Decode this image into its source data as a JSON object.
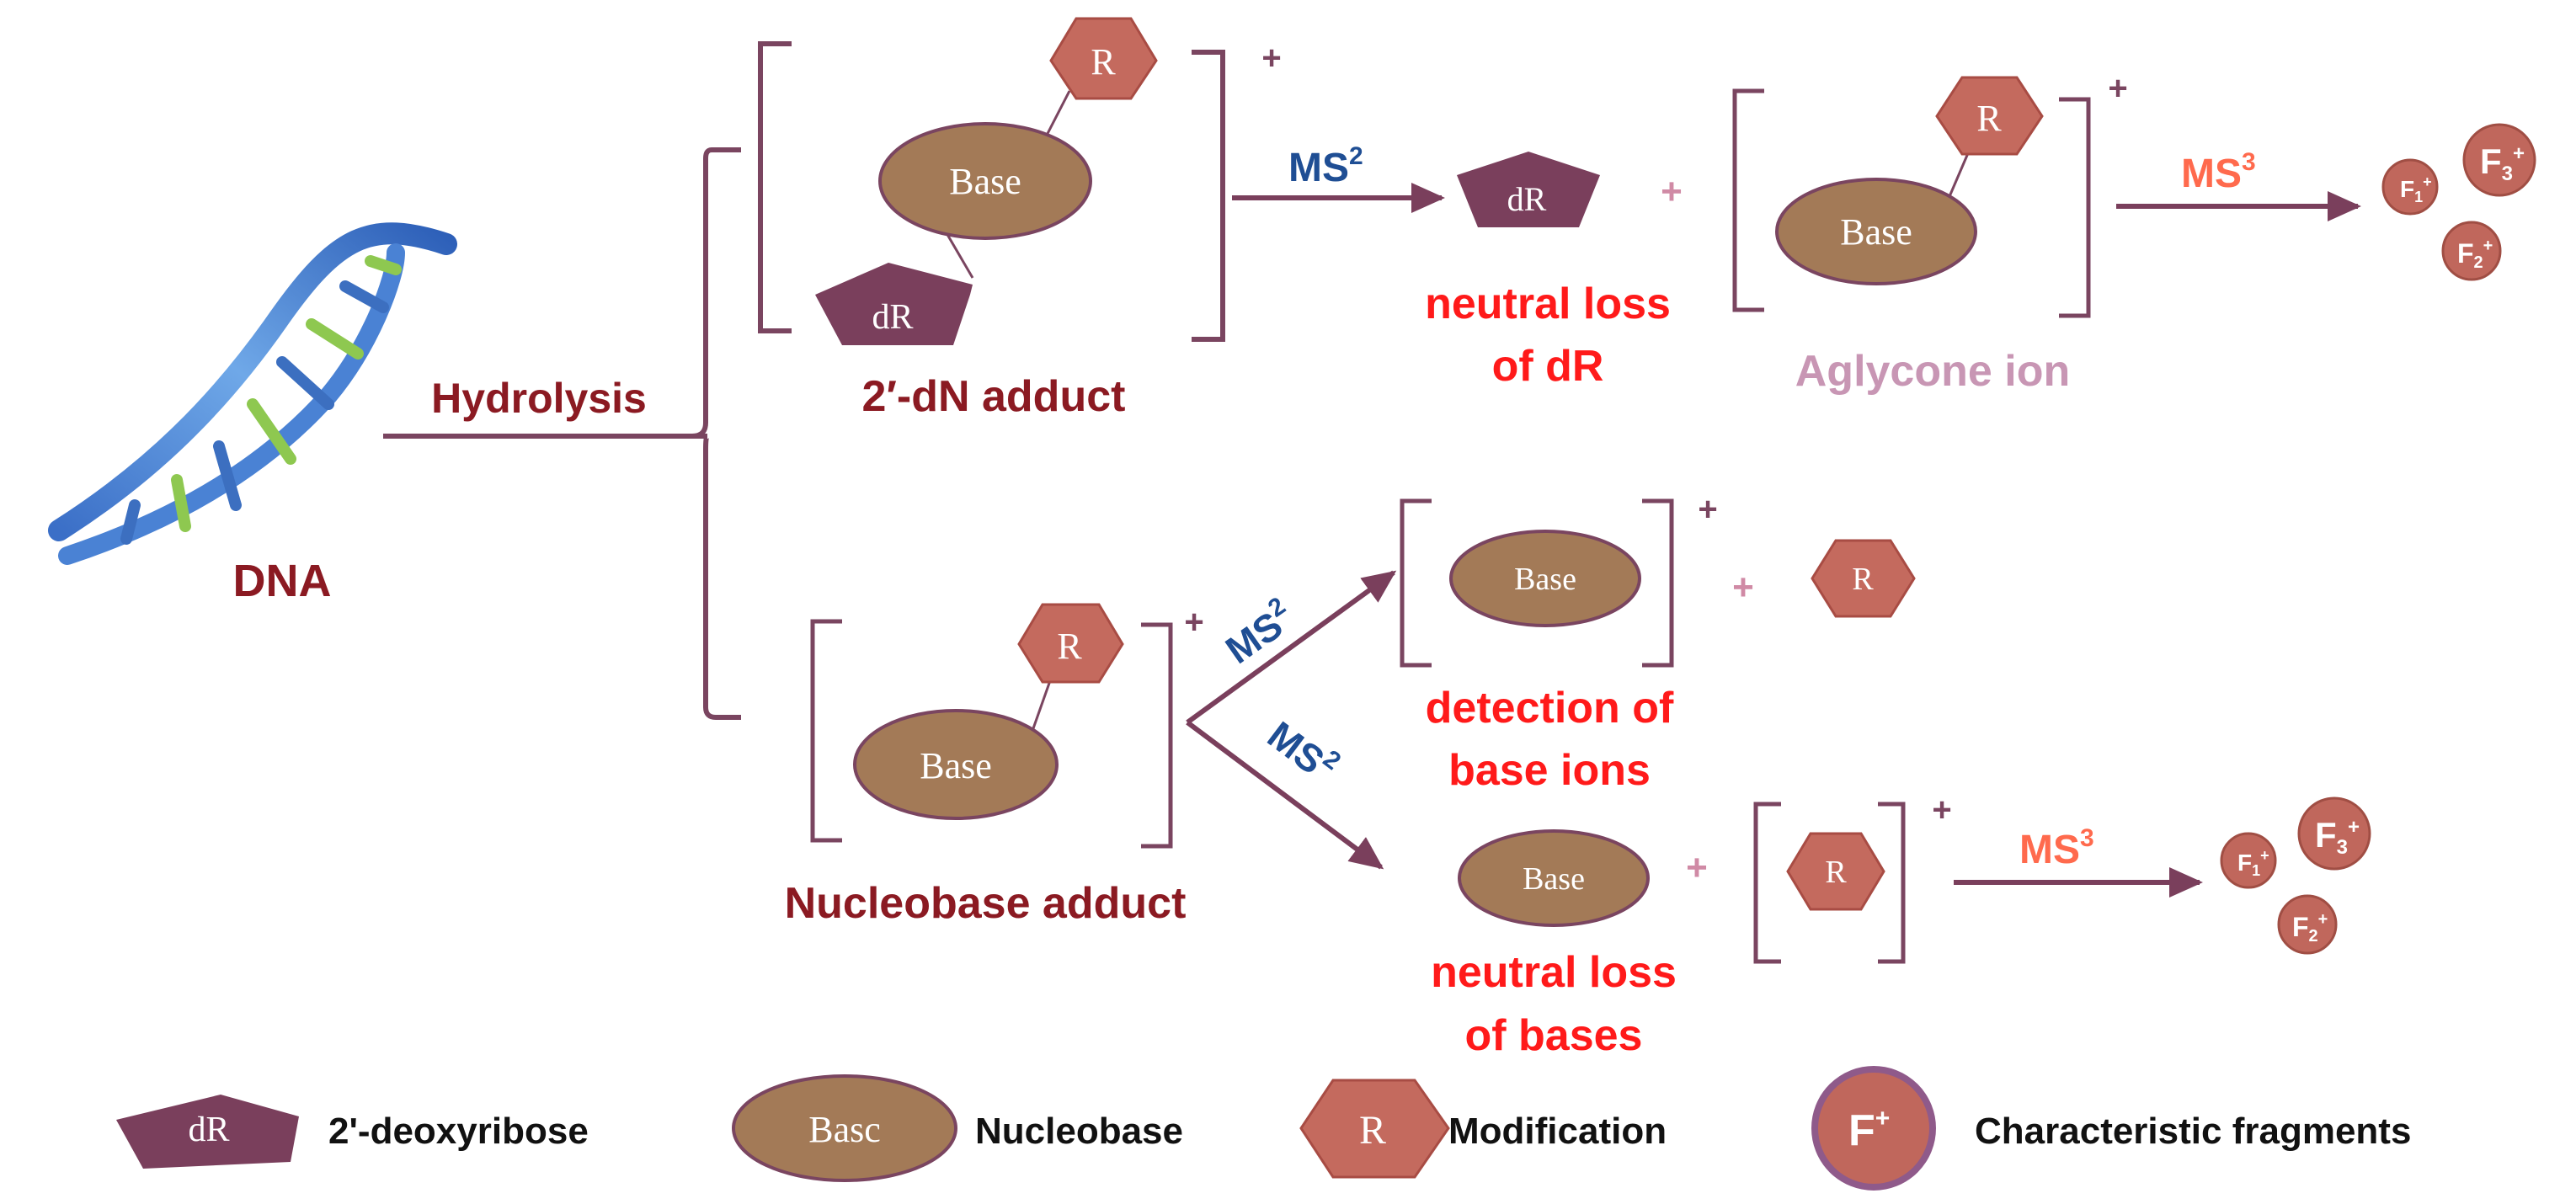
{
  "dna_label": "DNA",
  "hydrolysis_label": "Hydrolysis",
  "shapes": {
    "dr": "dR",
    "base": "Base",
    "r": "R",
    "base_legend": "Basc",
    "plus": "+",
    "f1": "F",
    "f2": "F",
    "f3": "F",
    "f1_sub": "1",
    "f2_sub": "2",
    "f3_sub": "3"
  },
  "adducts": {
    "dn": "2′-dN adduct",
    "nucleobase": "Nucleobase adduct"
  },
  "arrows": {
    "ms2_label": "MS",
    "ms2_sup": "2",
    "ms3_label": "MS",
    "ms3_sup": "3"
  },
  "annotations": {
    "neutral_loss_dr_1": "neutral loss",
    "neutral_loss_dr_2": "of dR",
    "aglycone": "Aglycone ion",
    "detection_1": "detection of",
    "detection_2": "base ions",
    "neutral_loss_bases_1": "neutral loss",
    "neutral_loss_bases_2": "of bases"
  },
  "legend": {
    "deoxyribose": "2'-deoxyribose",
    "nucleobase": "Nucleobase",
    "modification": "Modification",
    "fragments": "Characteristic fragments",
    "f_symbol": "F",
    "f_sup": "+"
  },
  "colors": {
    "bracket": "#7a4560",
    "dr_fill": "#7a3f5c",
    "base_fill": "#a37a57",
    "r_fill": "#c46a5e",
    "frag_fill": "#c0675c",
    "ms2_text": "#1f4e94",
    "ms3_text": "#ff6a4d",
    "red_text": "#ff1a1a",
    "dark_red_text": "#8b1a22",
    "aglycone_text": "#c896b4",
    "arrow": "#7a3f5c"
  }
}
